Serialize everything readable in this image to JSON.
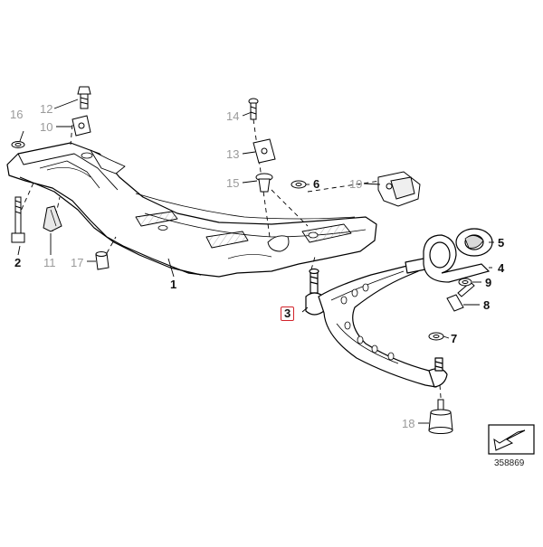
{
  "diagram": {
    "highlight_color": "#d2232a",
    "part_labels": {
      "p1": "1",
      "p2": "2",
      "p3": "3",
      "p4": "4",
      "p5": "5",
      "p6": "6",
      "p7": "7",
      "p8": "8",
      "p9": "9",
      "p10": "10",
      "p11": "11",
      "p12": "12",
      "p13": "13",
      "p14": "14",
      "p15": "15",
      "p16": "16",
      "p17": "17",
      "p18": "18",
      "p19": "19"
    },
    "highlighted_part": "3",
    "document_number": "358869",
    "nav_icon": "arrow-down-left-icon"
  }
}
